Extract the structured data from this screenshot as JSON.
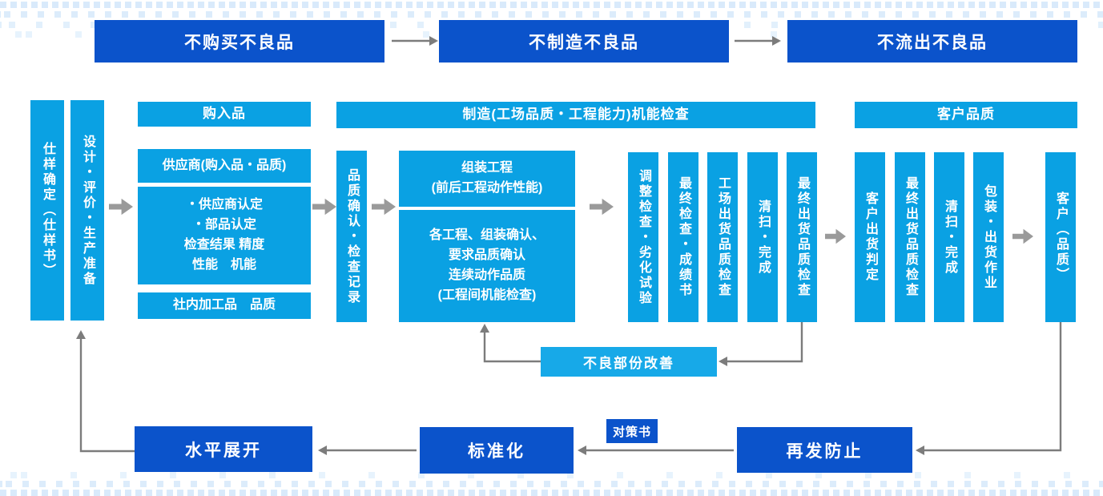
{
  "palette": {
    "dark_blue": "#0b53cb",
    "light_blue": "#0aa1e3",
    "bright_blue": "#17a9e8",
    "arrow_gray": "#9a9a9a",
    "line_gray": "#7c7c7c",
    "dot_blue": "#d9eafb"
  },
  "banner": {
    "no_buy": "不购买不良品",
    "no_make": "不制造不良品",
    "no_ship": "不流出不良品"
  },
  "left_bars": {
    "spec": "仕样确定（仕样书）",
    "design": "设计・评价・生产准备"
  },
  "purchase_group": {
    "header": "购入品",
    "supplier_box": "供应商(购入品・品质)",
    "detail_lines": [
      "・供应商认定",
      "・部品认定",
      "检查结果 精度",
      "性能　机能"
    ],
    "internal_box": "社内加工品　品质"
  },
  "quality_confirm_bar": "品质确认・检查记录",
  "manufacturing": {
    "header": "制造(工场品质・工程能力)机能检查",
    "assembly_lines": [
      "组装工程",
      "(前后工程动作性能)"
    ],
    "process_lines": [
      "各工程、组装确认、",
      "要求品质确认",
      "连续动作品质",
      "(工程间机能检查)"
    ],
    "bars": [
      "调整检查・劣化试验",
      "最终检查・成绩书",
      "工场出货品质检查",
      "清扫・完成",
      "最终出货品质检查"
    ]
  },
  "customer": {
    "header": "客户品质",
    "bars": [
      "客户出货判定",
      "最终出货品质检查",
      "清扫・完成",
      "包装・出货作业"
    ],
    "final_bar": "客户（品质）"
  },
  "feedback": {
    "improve_box": "不良部份改善"
  },
  "bottom": {
    "horizontal_deploy": "水平展开",
    "standardize": "标准化",
    "countermeasure": "对策书",
    "recurrence_prevention": "再发防止"
  }
}
